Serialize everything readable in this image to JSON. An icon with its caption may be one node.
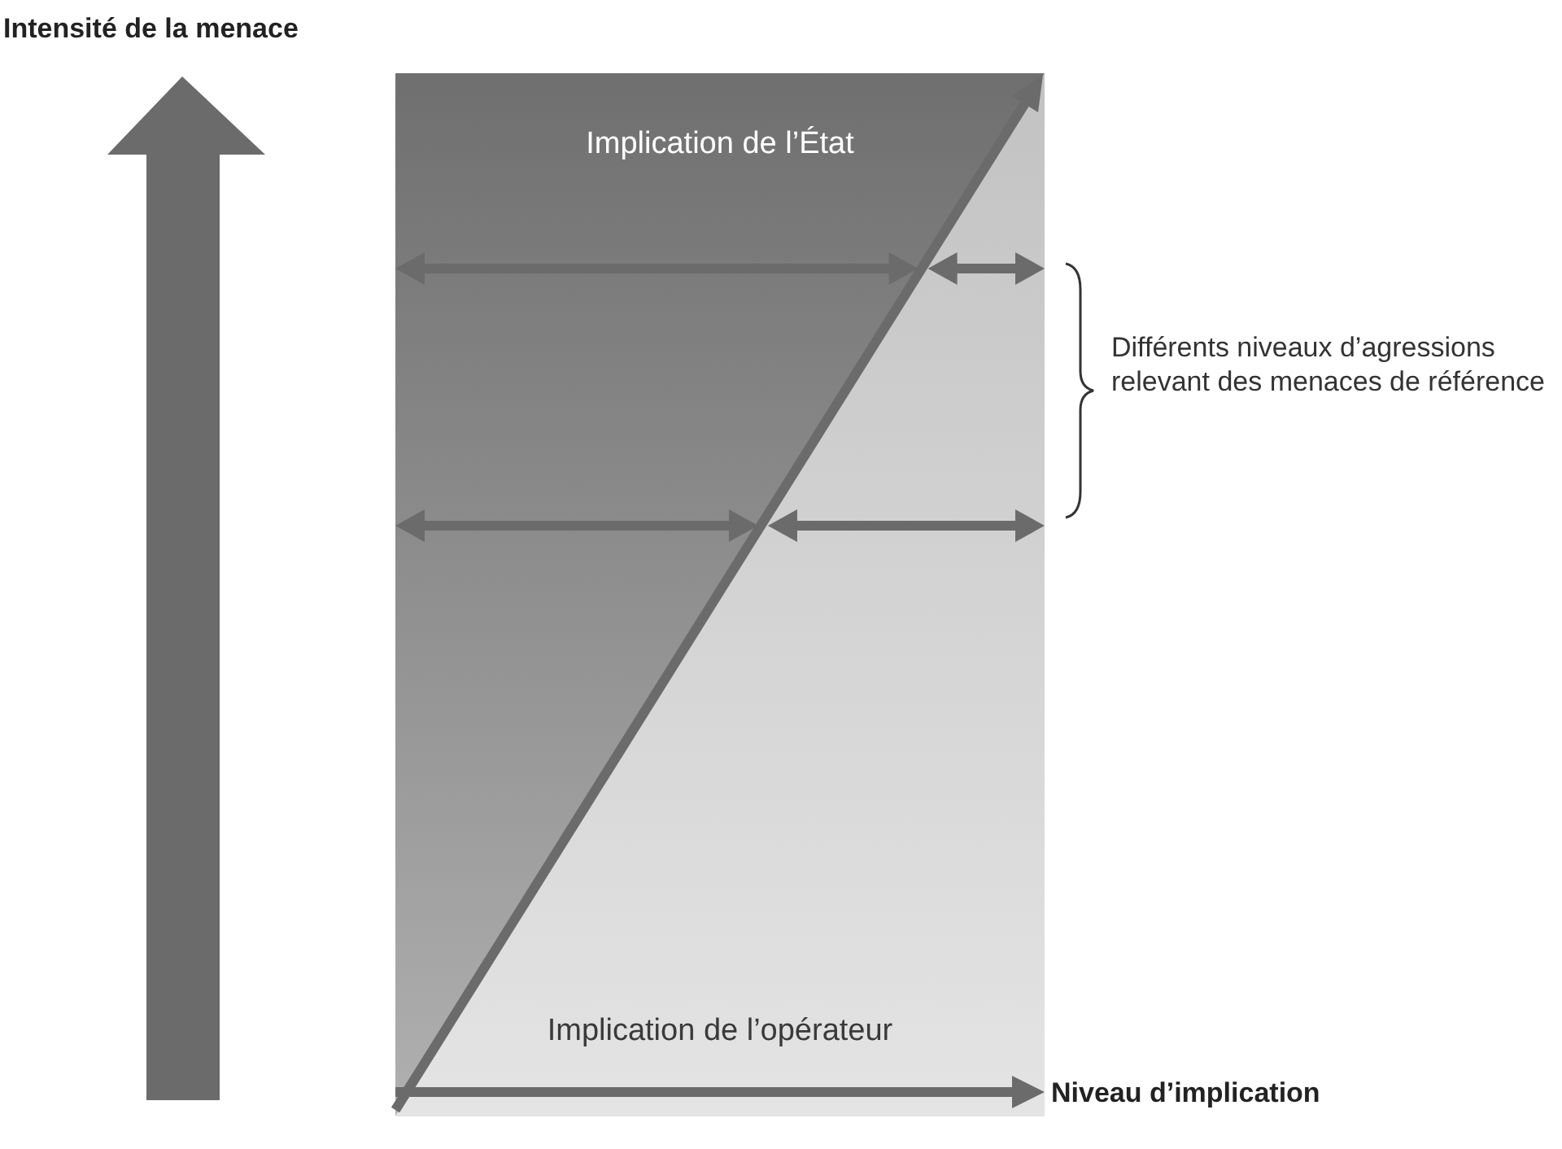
{
  "diagram": {
    "nodes": [
      {
        "text": [
          "Implication de l’État"
        ]
      },
      {
        "text": [
          "Implication de l’opérateur"
        ]
      }
    ],
    "labels": [
      "Intensité de la menace",
      "Différents niveaux d’agressions relevant des menaces de référence",
      "Niveau d’implication"
    ]
  }
}
